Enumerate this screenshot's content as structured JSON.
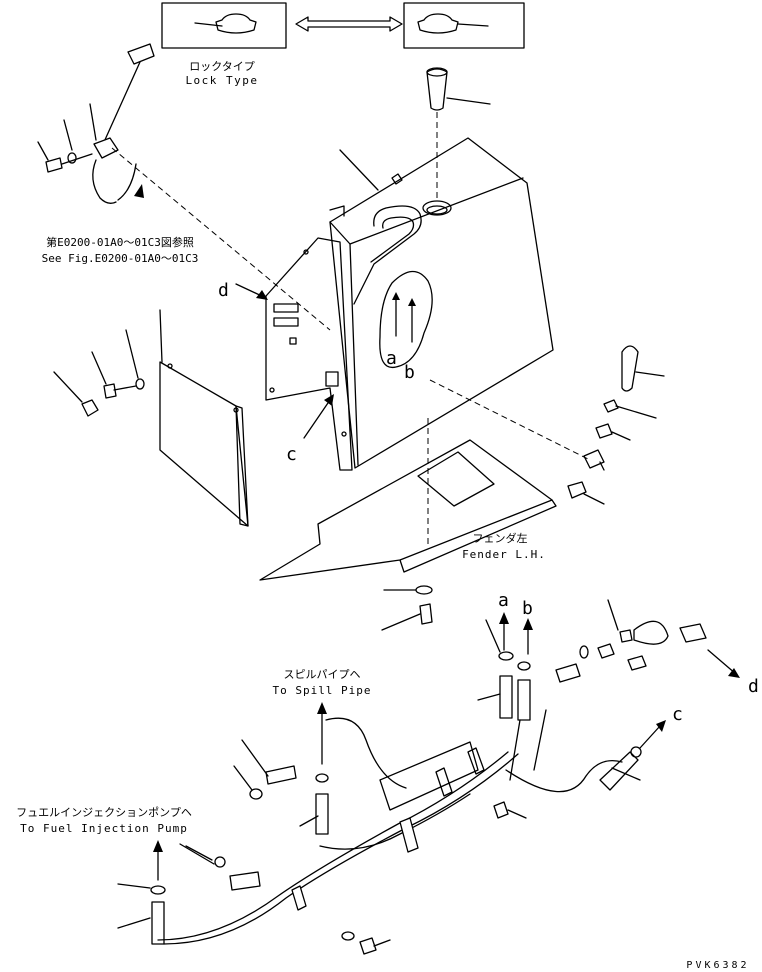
{
  "labels": {
    "lock_type_jp": "ロックタイプ",
    "lock_type_en": "Lock Type",
    "see_fig_jp": "第E0200-01A0～01C3図参照",
    "see_fig_en": "See Fig.E0200-01A0～01C3",
    "fender_jp": "フェンダ左",
    "fender_en": "Fender L.H.",
    "spill_jp": "スピルパイプヘ",
    "spill_en": "To Spill Pipe",
    "fuel_pump_jp": "フュエルインジェクションポンプヘ",
    "fuel_pump_en": "To Fuel Injection Pump",
    "figure_code": "PVK6382"
  },
  "callouts": {
    "a": "a",
    "b": "b",
    "c": "c",
    "d": "d"
  }
}
